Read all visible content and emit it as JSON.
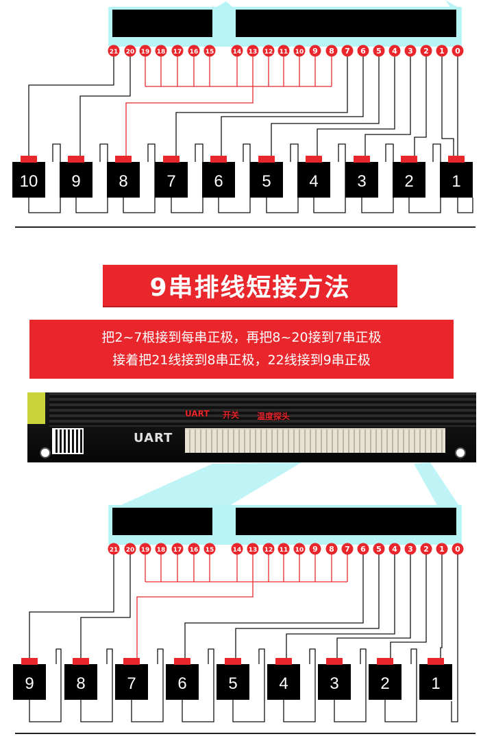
{
  "banner": {
    "title": "9串排线短接方法"
  },
  "instructions": {
    "line1": "把2~7根接到每串正极，再把8~20接到7串正极",
    "line2": "接着把21线接到8串正极，22线接到9串正极"
  },
  "board": {
    "silkscreen": "UART",
    "ports": {
      "uart": "UART",
      "switch": "开关",
      "temp": "温度探头"
    }
  },
  "top_diagram": {
    "pins": [
      "21",
      "20",
      "19",
      "18",
      "17",
      "16",
      "15",
      "14",
      "13",
      "12",
      "11",
      "10",
      "9",
      "8",
      "7",
      "6",
      "5",
      "4",
      "3",
      "2",
      "1",
      "0"
    ],
    "cells": [
      "10",
      "9",
      "8",
      "7",
      "6",
      "5",
      "4",
      "3",
      "2",
      "1"
    ]
  },
  "bottom_diagram": {
    "pins": [
      "21",
      "20",
      "19",
      "18",
      "17",
      "16",
      "15",
      "14",
      "13",
      "12",
      "11",
      "10",
      "9",
      "8",
      "7",
      "6",
      "5",
      "4",
      "3",
      "2",
      "1",
      "0"
    ],
    "cells": [
      "9",
      "8",
      "7",
      "6",
      "5",
      "4",
      "3",
      "2",
      "1"
    ]
  },
  "colors": {
    "accent": "#e8262b",
    "connector_glow": "#b8f3f5",
    "wire": "#111111"
  }
}
